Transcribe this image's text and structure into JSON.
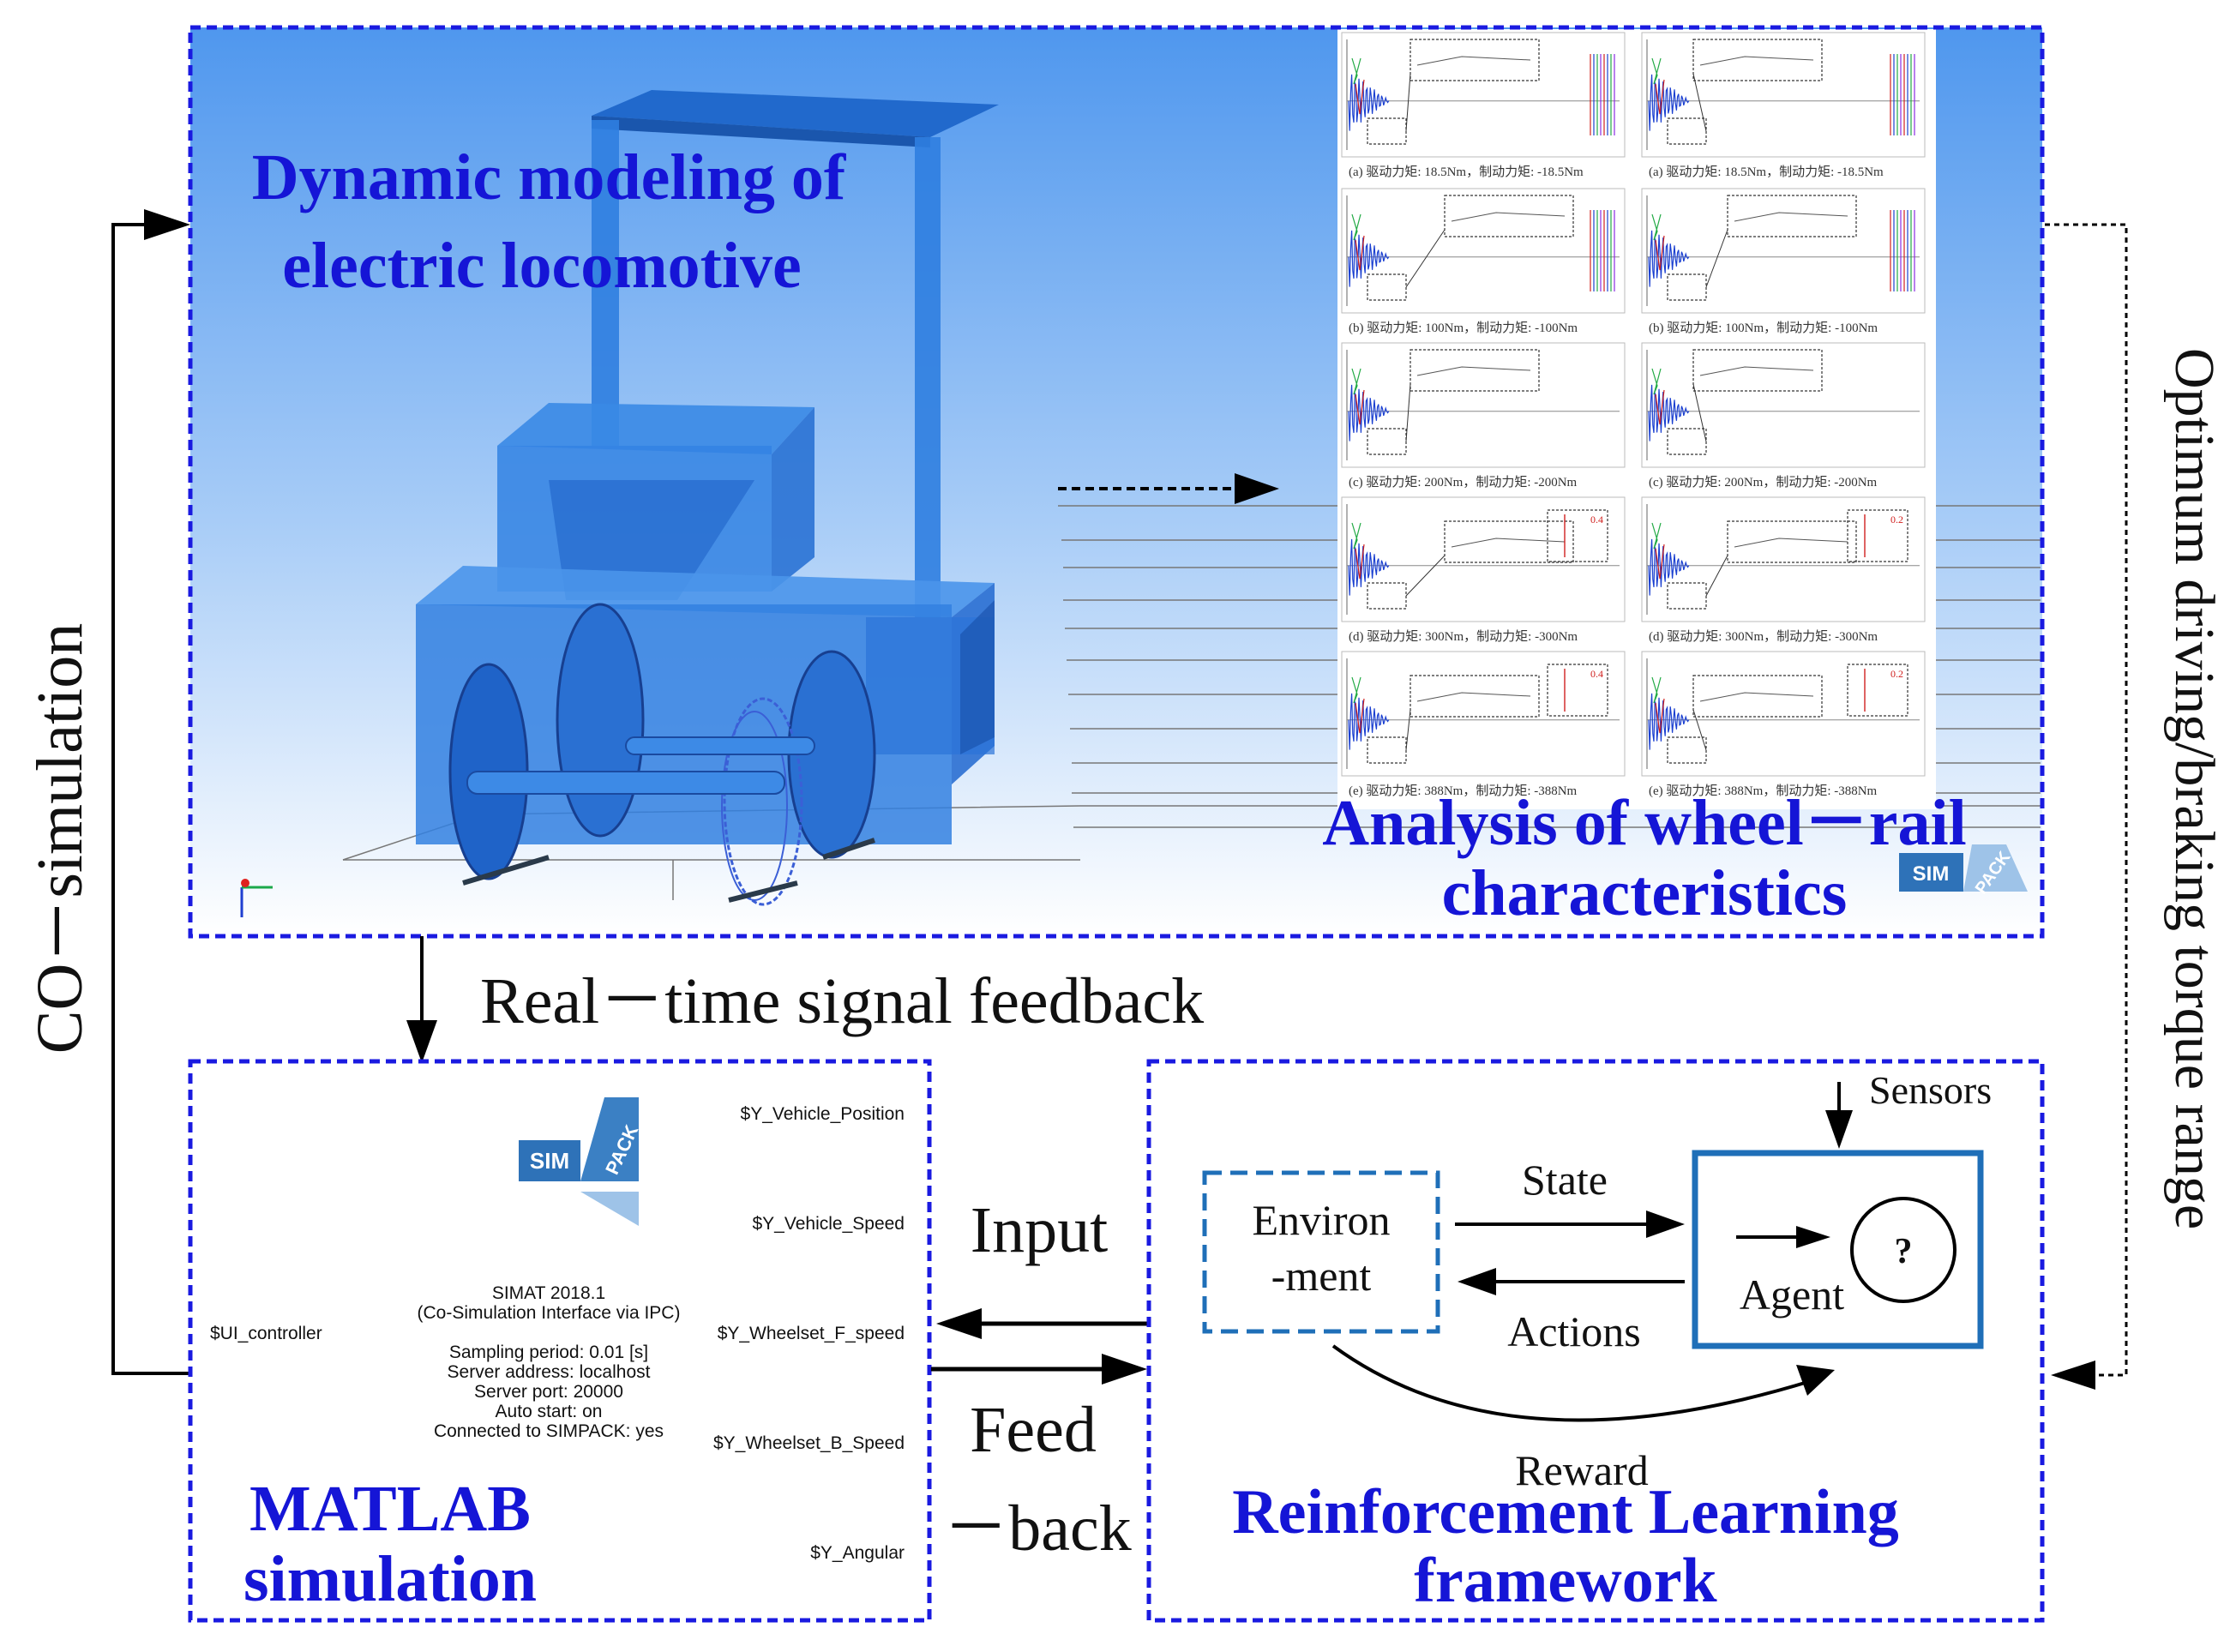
{
  "top_panel": {
    "title_line1": "Dynamic modeling of",
    "title_line2": "electric locomotive",
    "analysis_line1": "Analysis of wheel－rail",
    "analysis_line2": "characteristics",
    "logo_text_sim": "SIM",
    "logo_text_pack": "PACK",
    "plot_captions": [
      [
        "(a)  驱动力矩: 18.5Nm，制动力矩: -18.5Nm",
        "(a)  驱动力矩: 18.5Nm，制动力矩: -18.5Nm"
      ],
      [
        "(b)  驱动力矩: 100Nm，制动力矩: -100Nm",
        "(b)  驱动力矩: 100Nm，制动力矩: -100Nm"
      ],
      [
        "(c)  驱动力矩: 200Nm，制动力矩: -200Nm",
        "(c)  驱动力矩: 200Nm，制动力矩: -200Nm"
      ],
      [
        "(d)  驱动力矩: 300Nm，制动力矩: -300Nm",
        "(d)  驱动力矩: 300Nm，制动力矩: -300Nm"
      ],
      [
        "(e)  驱动力矩: 388Nm，制动力矩: -388Nm",
        "(e)  驱动力矩: 388Nm，制动力矩: -388Nm"
      ]
    ],
    "zoom_labels": [
      "0.4",
      "0.2",
      "0.4",
      "0.2"
    ]
  },
  "labels": {
    "co_simulation": "CO－simulation",
    "optimum": "Optimum driving/braking torque range",
    "realtime": "Real－time signal feedback",
    "input": "Input",
    "feed": "Feed",
    "back": "－back"
  },
  "matlab_panel": {
    "title_line1": "MATLAB",
    "title_line2": "simulation",
    "logo_text_sim": "SIM",
    "logo_text_pack": "PACK",
    "input_port": "$UI_controller",
    "output_ports": [
      "$Y_Vehicle_Position",
      "$Y_Vehicle_Speed",
      "$Y_Wheelset_F_speed",
      "$Y_Wheelset_B_Speed",
      "$Y_Angular"
    ],
    "block_lines": [
      "SIMAT 2018.1",
      "(Co-Simulation Interface via IPC)",
      "",
      "Sampling period: 0.01 [s]",
      "Server address: localhost",
      "Server port: 20000",
      "Auto start: on",
      "Connected to SIMPACK: yes"
    ]
  },
  "rl_panel": {
    "title_line1": "Reinforcement Learning",
    "title_line2": "framework",
    "environment_line1": "Environ",
    "environment_line2": "-ment",
    "state": "State",
    "actions": "Actions",
    "agent": "Agent",
    "unknown": "?",
    "sensors": "Sensors",
    "reward": "Reward"
  },
  "colors": {
    "panel_border": "#1a1ae0",
    "title_blue": "#1515d6",
    "sky_top": "#5a9ff0",
    "sky_bottom": "#ffffff",
    "loco_blue": "#2d7fe0",
    "rl_box_blue": "#1f6fb8"
  }
}
